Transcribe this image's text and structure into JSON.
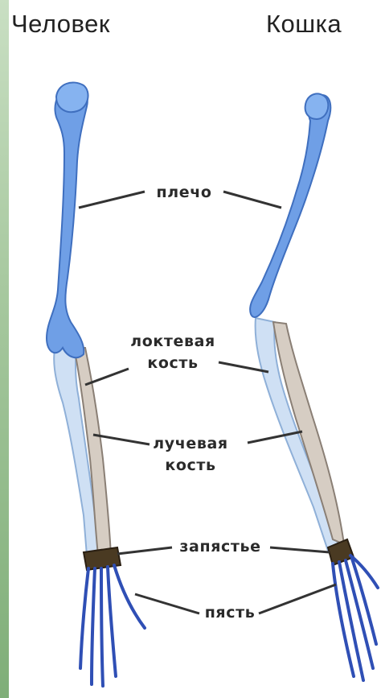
{
  "titles": {
    "human": "Человек",
    "cat": "Кошка"
  },
  "labels": {
    "shoulder": "плечо",
    "ulna_line1": "локтевая",
    "ulna_line2": "кость",
    "radius_line1": "лучевая",
    "radius_line2": "кость",
    "wrist": "запястье",
    "metacarpus": "пясть"
  },
  "colors": {
    "humerus": "#6f9fe6",
    "ulna": "#cfe0f4",
    "radius": "#d6cdc3",
    "wrist": "#4a3a22",
    "hand": "#2f4fb5",
    "leader_line": "#333333",
    "accent_strip": "#a8c9a0"
  }
}
